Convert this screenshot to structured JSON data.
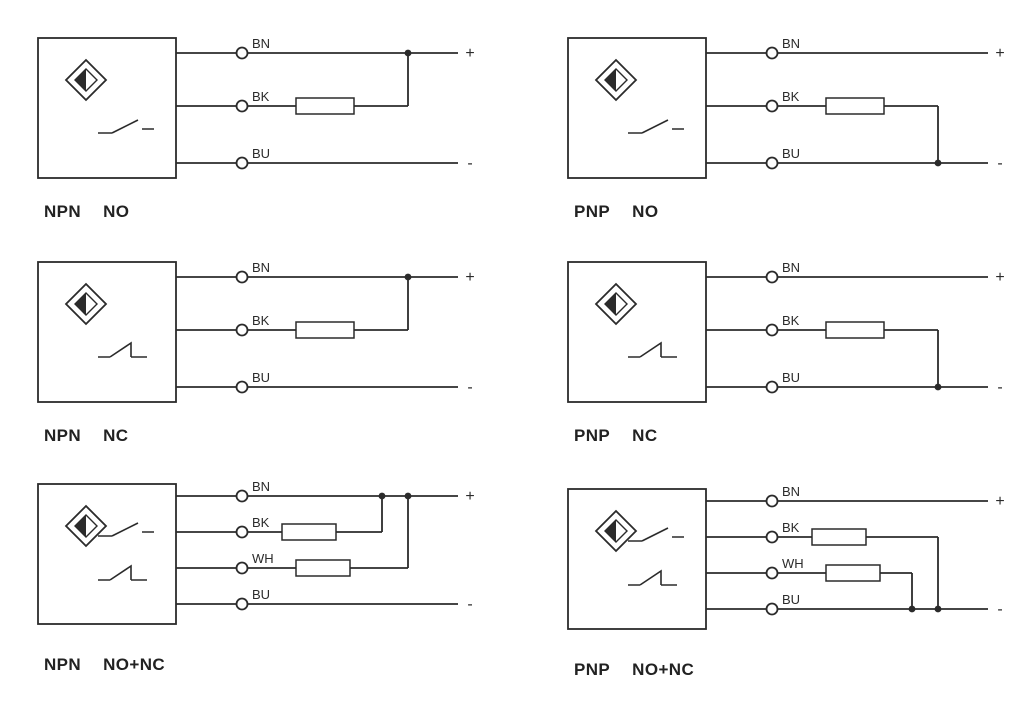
{
  "page": {
    "background": "#ffffff",
    "stroke_color": "#2b2b2b"
  },
  "terminals": {
    "plus": "+",
    "minus": "-"
  },
  "diagrams": [
    {
      "name": "npn-no",
      "family": "NPN",
      "function": "NO",
      "wires": [
        "BN",
        "BK",
        "BU"
      ],
      "switches": [
        "NO"
      ],
      "load_wires": [
        "BK"
      ],
      "load_connects_to": "plus"
    },
    {
      "name": "pnp-no",
      "family": "PNP",
      "function": "NO",
      "wires": [
        "BN",
        "BK",
        "BU"
      ],
      "switches": [
        "NO"
      ],
      "load_wires": [
        "BK"
      ],
      "load_connects_to": "minus"
    },
    {
      "name": "npn-nc",
      "family": "NPN",
      "function": "NC",
      "wires": [
        "BN",
        "BK",
        "BU"
      ],
      "switches": [
        "NC"
      ],
      "load_wires": [
        "BK"
      ],
      "load_connects_to": "plus"
    },
    {
      "name": "pnp-nc",
      "family": "PNP",
      "function": "NC",
      "wires": [
        "BN",
        "BK",
        "BU"
      ],
      "switches": [
        "NC"
      ],
      "load_wires": [
        "BK"
      ],
      "load_connects_to": "minus"
    },
    {
      "name": "npn-no-nc",
      "family": "NPN",
      "function": "NO+NC",
      "wires": [
        "BN",
        "BK",
        "WH",
        "BU"
      ],
      "switches": [
        "NO",
        "NC"
      ],
      "load_wires": [
        "BK",
        "WH"
      ],
      "load_connects_to": "plus"
    },
    {
      "name": "pnp-no-nc",
      "family": "PNP",
      "function": "NO+NC",
      "wires": [
        "BN",
        "BK",
        "WH",
        "BU"
      ],
      "switches": [
        "NO",
        "NC"
      ],
      "load_wires": [
        "BK",
        "WH"
      ],
      "load_connects_to": "minus"
    }
  ]
}
